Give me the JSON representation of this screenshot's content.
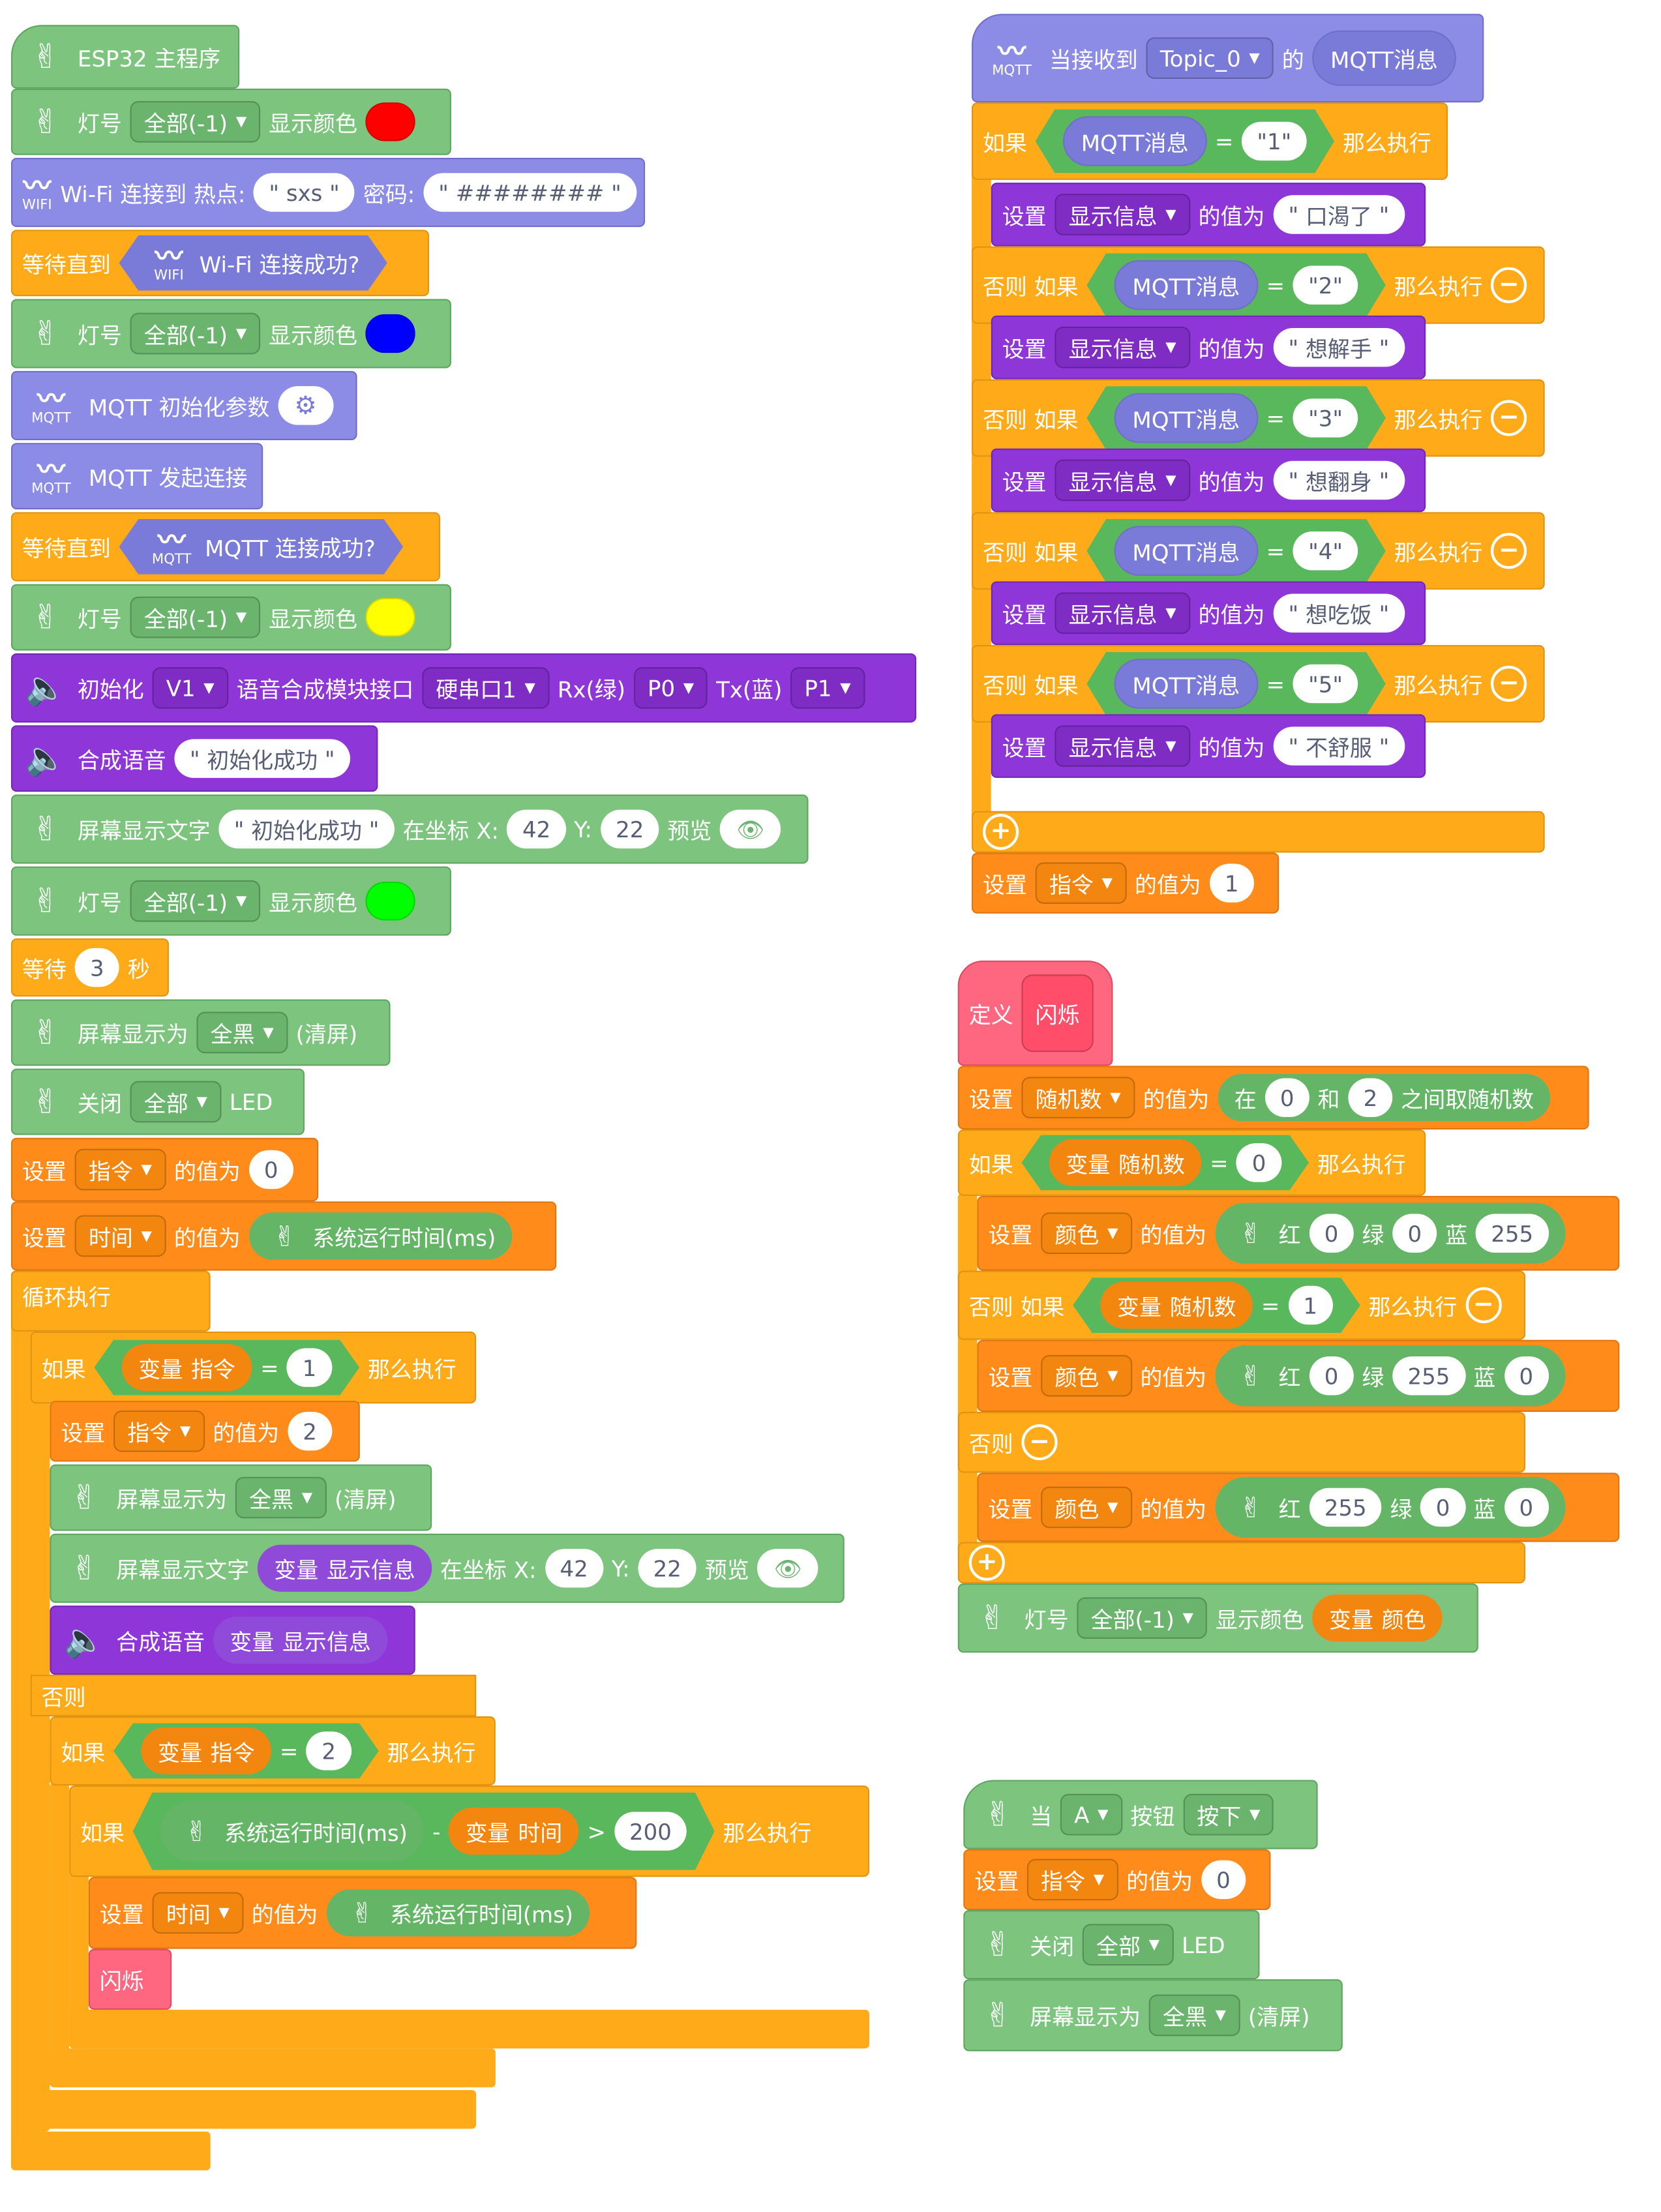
{
  "colors": {
    "red": "#ff0000",
    "blue": "#0000ff",
    "yellow": "#ffff00",
    "green": "#00ff00"
  },
  "icons": {
    "robot": "robot-hand-icon",
    "wifi": "wifi-icon",
    "mqtt": "mqtt-wifi-icon",
    "speaker": "speaker-icon"
  },
  "main": {
    "title": "ESP32 主程序",
    "led": "灯号",
    "all_1": "全部(-1)",
    "show_color": "显示颜色",
    "wifi_connect": "Wi-Fi 连接到 热点:",
    "ssid": "sxs",
    "password_label": "密码:",
    "password": "########",
    "wait_until": "等待直到",
    "wifi_ok": "Wi-Fi 连接成功?",
    "wifi_label": "WIFI",
    "mqtt_label": "MQTT",
    "mqtt_init": "MQTT 初始化参数",
    "mqtt_connect": "MQTT 发起连接",
    "mqtt_ok": "MQTT 连接成功?",
    "init": "初始化",
    "v1": "V1",
    "voice_port": "语音合成模块接口",
    "hw_serial": "硬串口1",
    "rx": "Rx(绿)",
    "p0": "P0",
    "tx": "Tx(蓝)",
    "p1": "P1",
    "tts": "合成语音",
    "init_ok": "初始化成功",
    "screen_text": "屏幕显示文字",
    "at_x": "在坐标 X:",
    "x": "42",
    "y_label": "Y:",
    "y": "22",
    "preview": "预览",
    "wait": "等待",
    "wait_n": "3",
    "sec": "秒",
    "screen_show": "屏幕显示为",
    "all_black": "全黑",
    "clear": "(清屏)",
    "close": "关闭",
    "all": "全部",
    "led_word": "LED",
    "set": "设置",
    "cmd": "指令",
    "value_of": "的值为",
    "zero": "0",
    "time": "时间",
    "run_time": "系统运行时间(ms)",
    "loop": "循环执行",
    "if": "如果",
    "var": "变量",
    "eq": "=",
    "one": "1",
    "then": "那么执行",
    "two": "2",
    "disp_info": "显示信息",
    "else": "否则",
    "minus": "-",
    "gt": ">",
    "n200": "200",
    "flash": "闪烁"
  },
  "mqtt": {
    "when_recv": "当接收到",
    "topic": "Topic_0",
    "of": "的",
    "msg": "MQTT消息",
    "if": "如果",
    "else_if": "否则 如果",
    "eq": "=",
    "then": "那么执行",
    "set": "设置",
    "disp_info": "显示信息",
    "value_of": "的值为",
    "vals": [
      "1",
      "2",
      "3",
      "4",
      "5"
    ],
    "texts": [
      "口渴了",
      "想解手",
      "想翻身",
      "想吃饭",
      "不舒服"
    ],
    "cmd": "指令",
    "one": "1"
  },
  "flash": {
    "define": "定义",
    "name": "闪烁",
    "set": "设置",
    "rand": "随机数",
    "value_of": "的值为",
    "in": "在",
    "zero": "0",
    "and": "和",
    "two": "2",
    "rand_between": "之间取随机数",
    "if": "如果",
    "var": "变量",
    "eq": "=",
    "then": "那么执行",
    "color": "颜色",
    "red": "红",
    "green": "绿",
    "blue": "蓝",
    "n255": "255",
    "one": "1",
    "else_if": "否则 如果",
    "else": "否则",
    "led": "灯号",
    "all_1": "全部(-1)",
    "show_color": "显示颜色"
  },
  "button": {
    "when": "当",
    "a": "A",
    "btn": "按钮",
    "press": "按下",
    "set": "设置",
    "cmd": "指令",
    "value_of": "的值为",
    "zero": "0",
    "close": "关闭",
    "all": "全部",
    "led_word": "LED",
    "screen_show": "屏幕显示为",
    "all_black": "全黑",
    "clear": "(清屏)"
  }
}
